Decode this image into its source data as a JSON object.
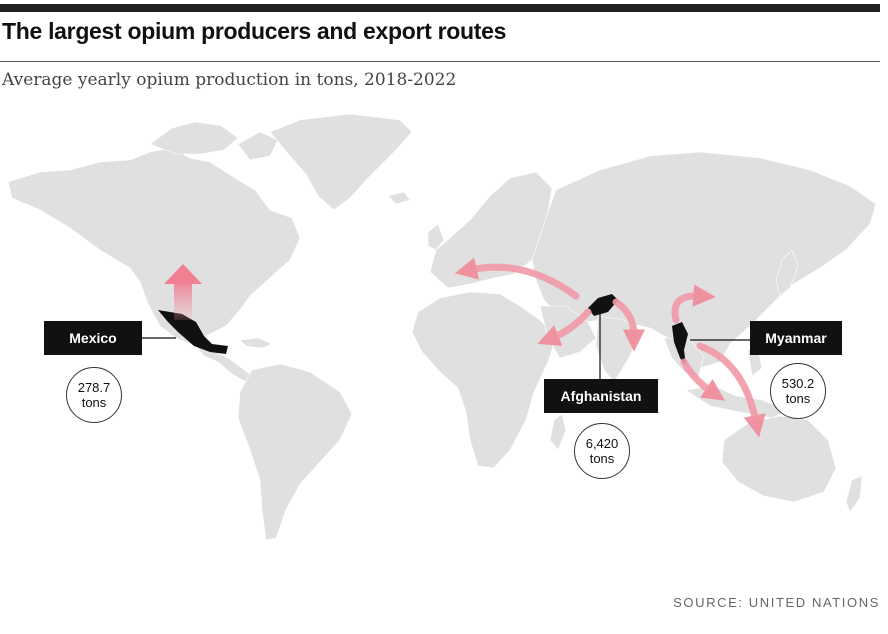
{
  "title": "The largest opium producers and export routes",
  "subtitle": "Average yearly opium production in tons, 2018-2022",
  "source": "SOURCE: UNITED NATIONS",
  "colors": {
    "land": "#e0e0e0",
    "producer": "#111111",
    "route": "#f29aa8",
    "label_bg": "#111111"
  },
  "producers": [
    {
      "id": "mexico",
      "name": "Mexico",
      "value": "278.7",
      "unit": "tons"
    },
    {
      "id": "afghanistan",
      "name": "Afghanistan",
      "value": "6,420",
      "unit": "tons"
    },
    {
      "id": "myanmar",
      "name": "Myanmar",
      "value": "530.2",
      "unit": "tons"
    }
  ]
}
